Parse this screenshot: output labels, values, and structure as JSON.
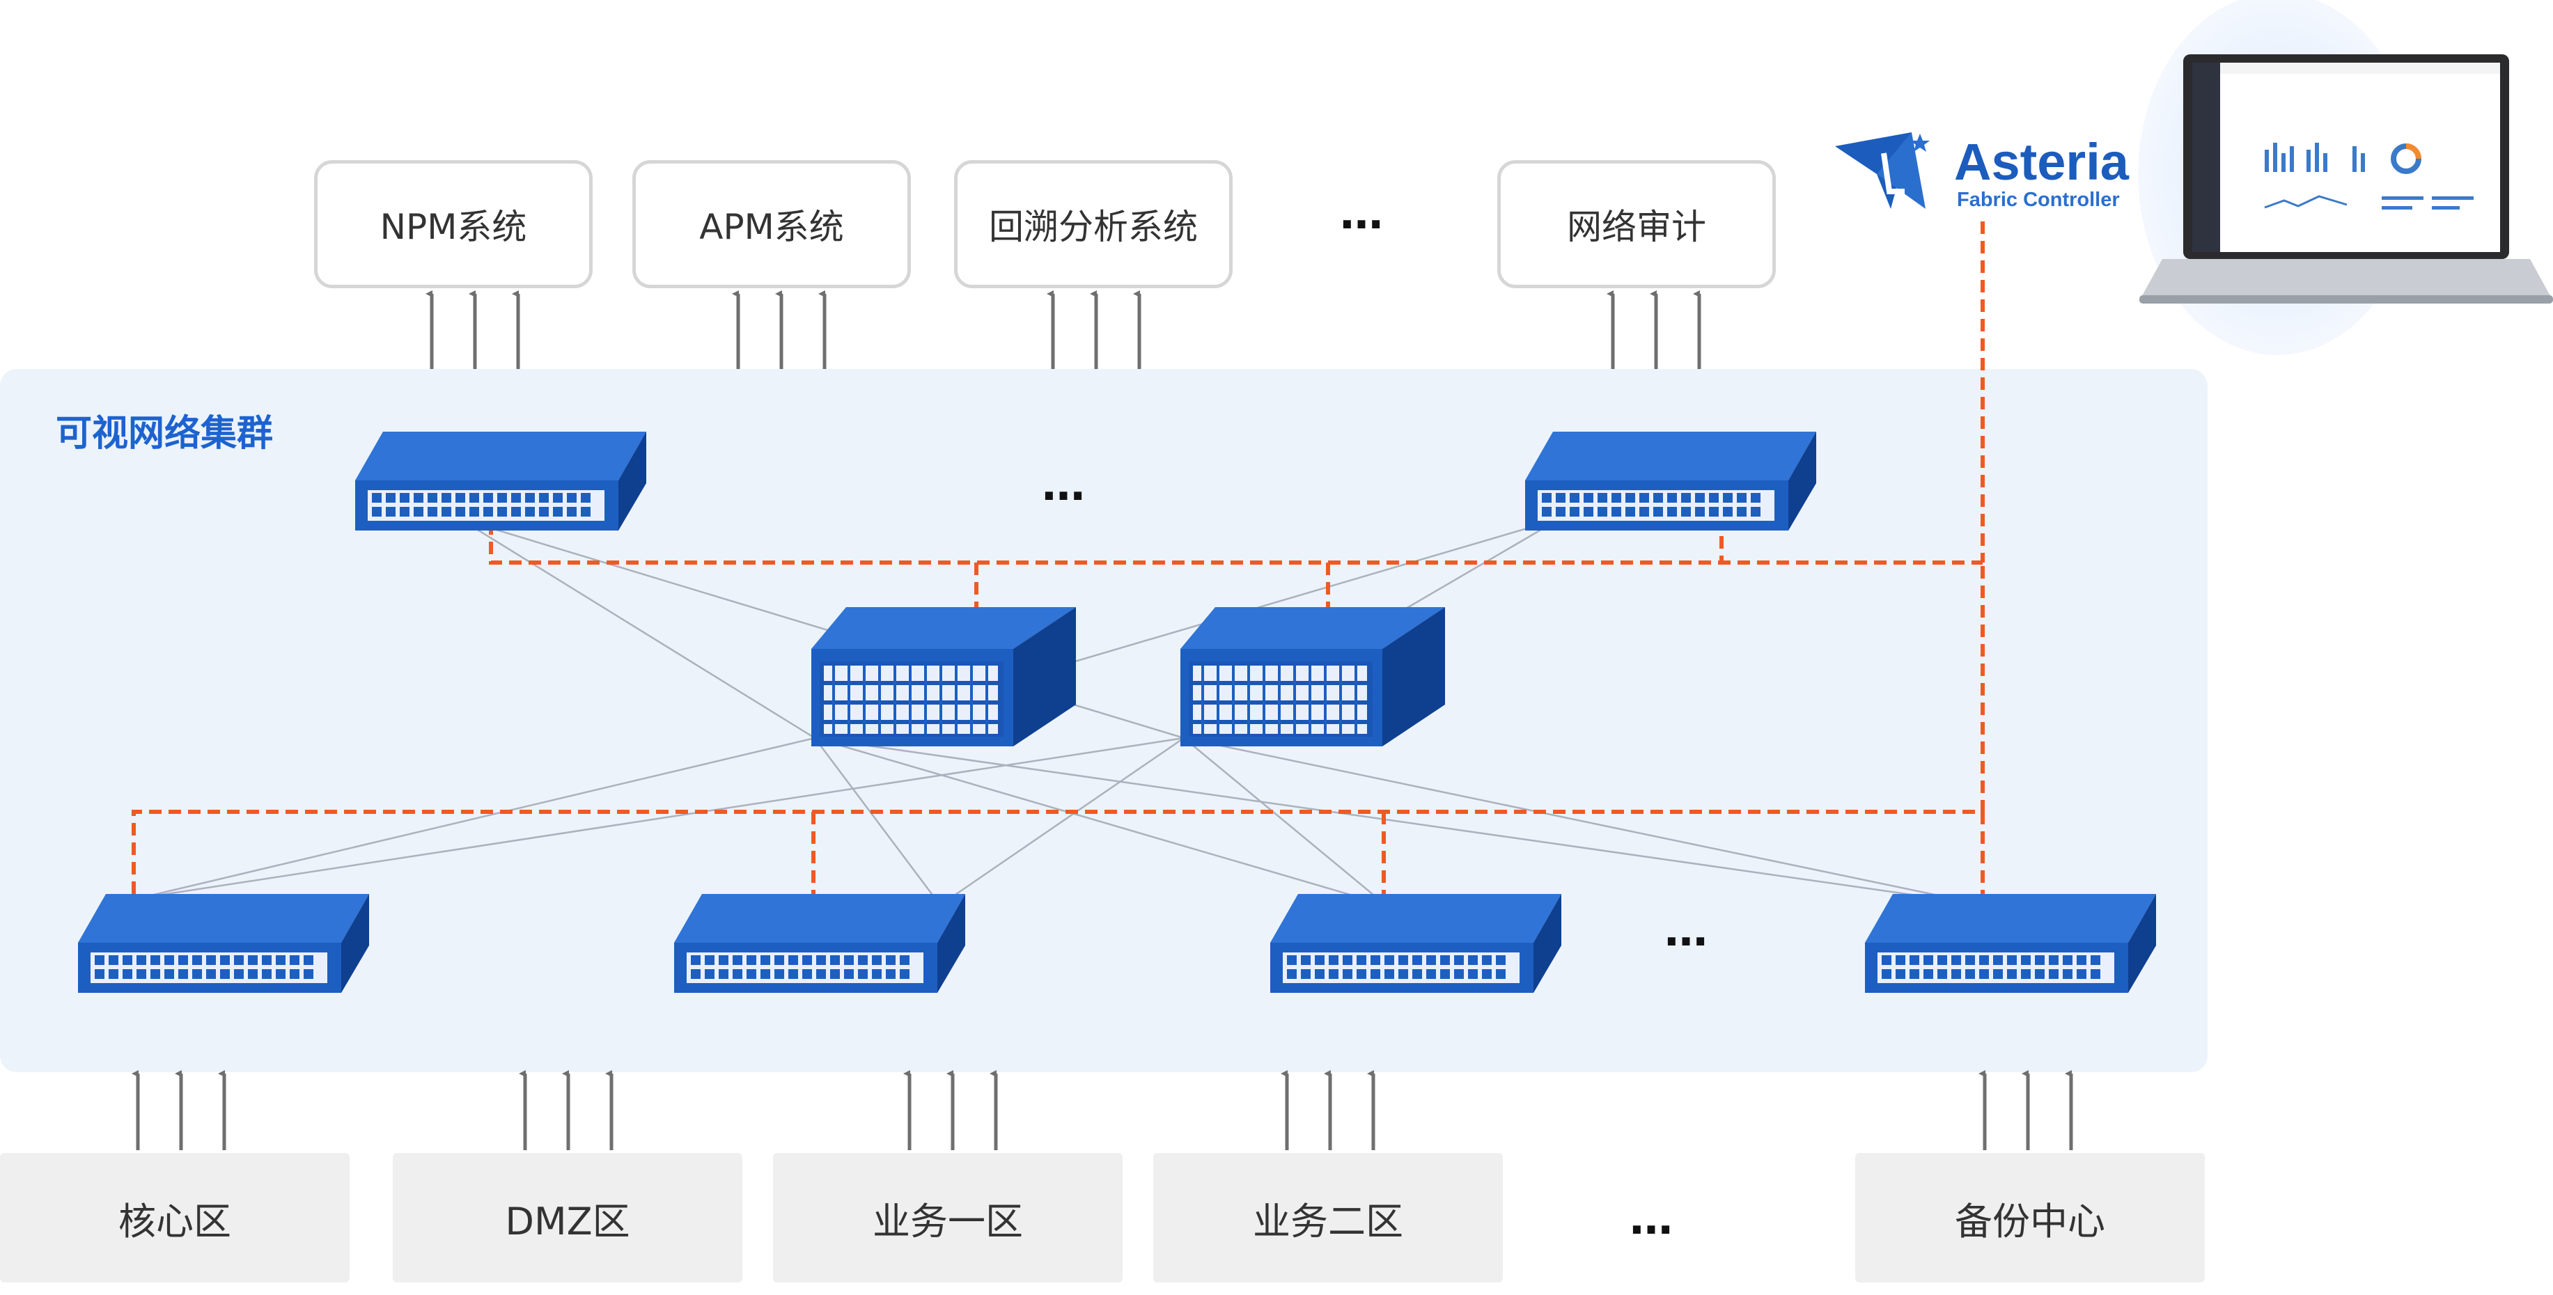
{
  "top_systems": [
    {
      "label": "NPM系统"
    },
    {
      "label": "APM系统"
    },
    {
      "label": "回溯分析系统"
    },
    {
      "label": "网络审计"
    }
  ],
  "cluster": {
    "label": "可视网络集群"
  },
  "bottom_zones": [
    {
      "label": "核心区"
    },
    {
      "label": "DMZ区"
    },
    {
      "label": "业务一区"
    },
    {
      "label": "业务二区"
    },
    {
      "label": "备份中心"
    }
  ],
  "ellipsis": "…",
  "brand": {
    "name": "Asteria",
    "subtitle": "Fabric Controller"
  },
  "colors": {
    "cluster_bg": "#ecf3fb",
    "control_line": "#ef5a24",
    "switch_blue": "#1d5fc1",
    "arrow": "#6f6f6f",
    "link_line": "#9aa5b3",
    "label_blue": "#1d63cf"
  }
}
